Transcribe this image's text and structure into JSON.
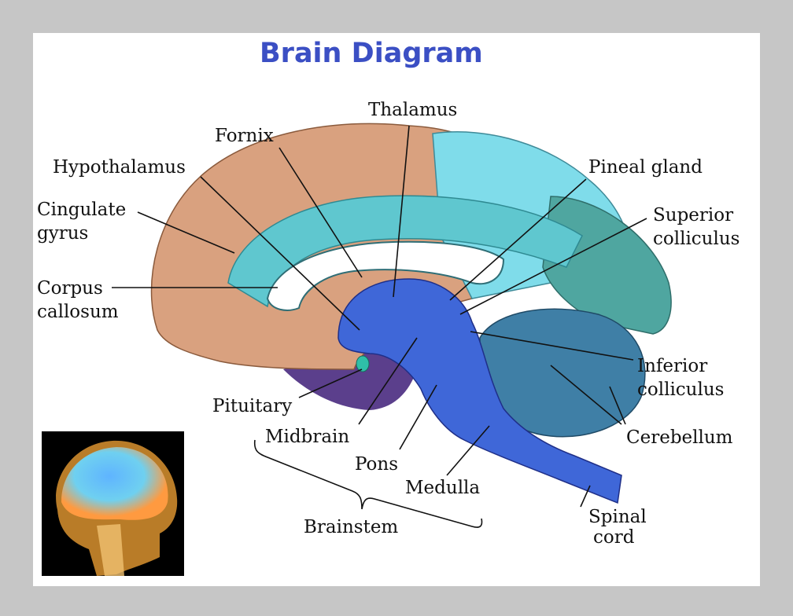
{
  "title": "Brain Diagram",
  "labels": {
    "thalamus": "Thalamus",
    "fornix": "Fornix",
    "hypothalamus": "Hypothalamus",
    "cingulate": [
      "Cingulate",
      "gyrus"
    ],
    "corpus": [
      "Corpus",
      "callosum"
    ],
    "pineal": "Pineal gland",
    "superior": [
      "Superior",
      "colliculus"
    ],
    "inferior": [
      "Inferior",
      "colliculus"
    ],
    "cerebellum": "Cerebellum",
    "pituitary": "Pituitary",
    "midbrain": "Midbrain",
    "pons": "Pons",
    "medulla": "Medulla",
    "brainstem": "Brainstem",
    "spinal": [
      "Spinal",
      "cord"
    ]
  },
  "colors": {
    "background": "#c6c6c6",
    "title": "#3b4fc4",
    "cortex": "#d9a17f",
    "limbic": "#5fc7cf",
    "parietal": "#7fdcea",
    "occipital": "#4fa6a0",
    "cerebellum": "#3f7fa6",
    "brainstem": "#3f67d8",
    "corpus_callosum": "#ffffff",
    "pituitary": "#2fbfa8",
    "under_lobe": "#5b3f8c"
  },
  "inset_icon": "head-xray-brain-icon"
}
